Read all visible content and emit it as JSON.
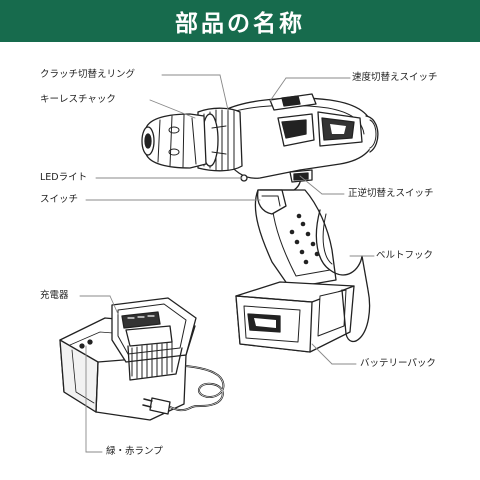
{
  "header": {
    "title": "部品の名称",
    "background": "#176b4d",
    "text_color": "#ffffff"
  },
  "labels": {
    "clutch_ring": "クラッチ切替えリング",
    "keyless_chuck": "キーレスチャック",
    "led_light": "LEDライト",
    "switch": "スイッチ",
    "speed_switch": "速度切替えスイッチ",
    "direction_switch": "正逆切替えスイッチ",
    "belt_hook": "ベルトフック",
    "battery_pack": "バッテリーパック",
    "charger": "充電器",
    "lamp": "緑・赤ランプ"
  },
  "icons": [
    "cordless-drill-illustration",
    "battery-charger-illustration",
    "power-plug-icon"
  ]
}
